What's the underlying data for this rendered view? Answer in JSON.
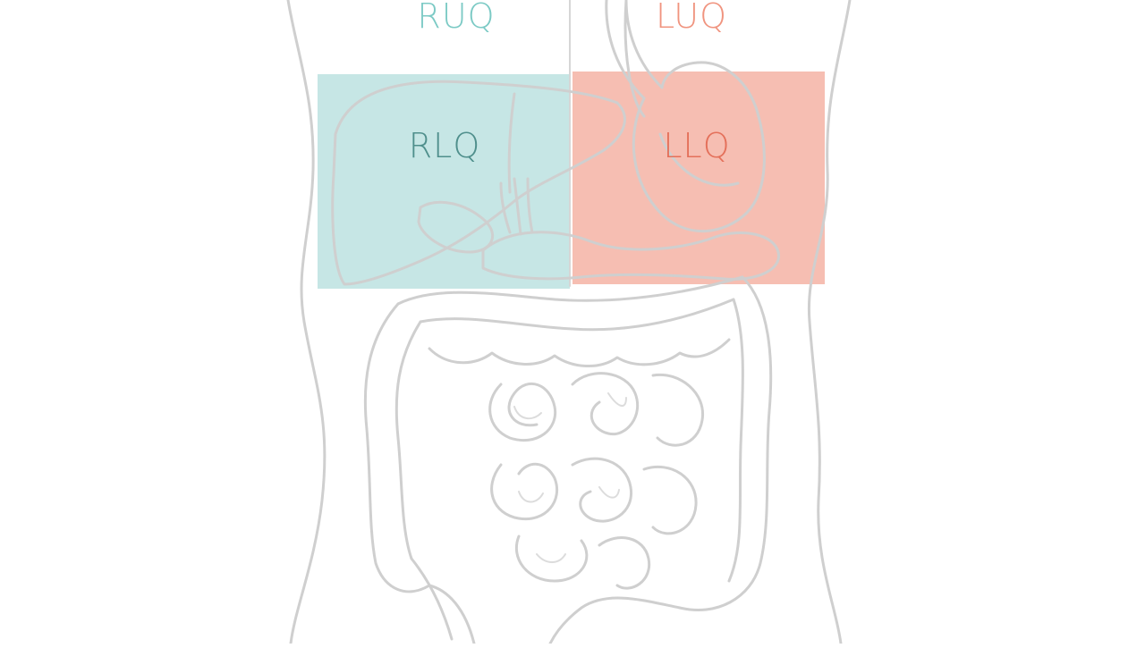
{
  "colors": {
    "background": "#ffffff",
    "outline": "#cfcfcf",
    "outline_dark": "#bdbdbd",
    "right_zone": "#b8e0de",
    "left_zone": "#f4b3a5",
    "right_label": "#7ccac5",
    "right_label_dark": "#4f8f8c",
    "left_label": "#f0947f",
    "left_label_dark": "#e4705a"
  },
  "labels": {
    "ruq": "RUQ",
    "luq": "LUQ",
    "rlq": "RLQ",
    "llq": "LLQ"
  }
}
